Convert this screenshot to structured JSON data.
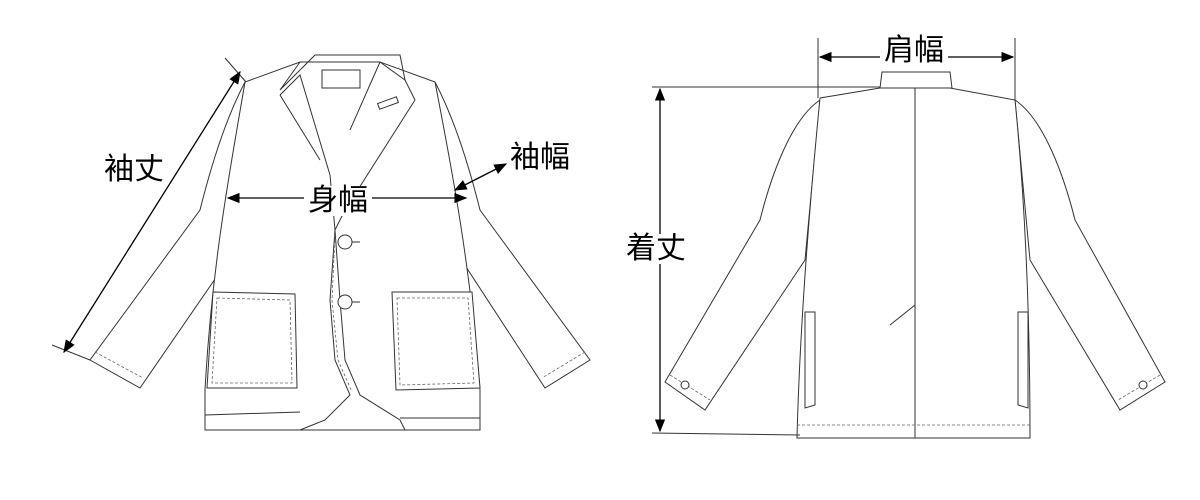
{
  "labels": {
    "sleeve_length": "袖丈",
    "body_width": "身幅",
    "sleeve_width": "袖幅",
    "shoulder_width": "肩幅",
    "total_length": "着丈"
  }
}
